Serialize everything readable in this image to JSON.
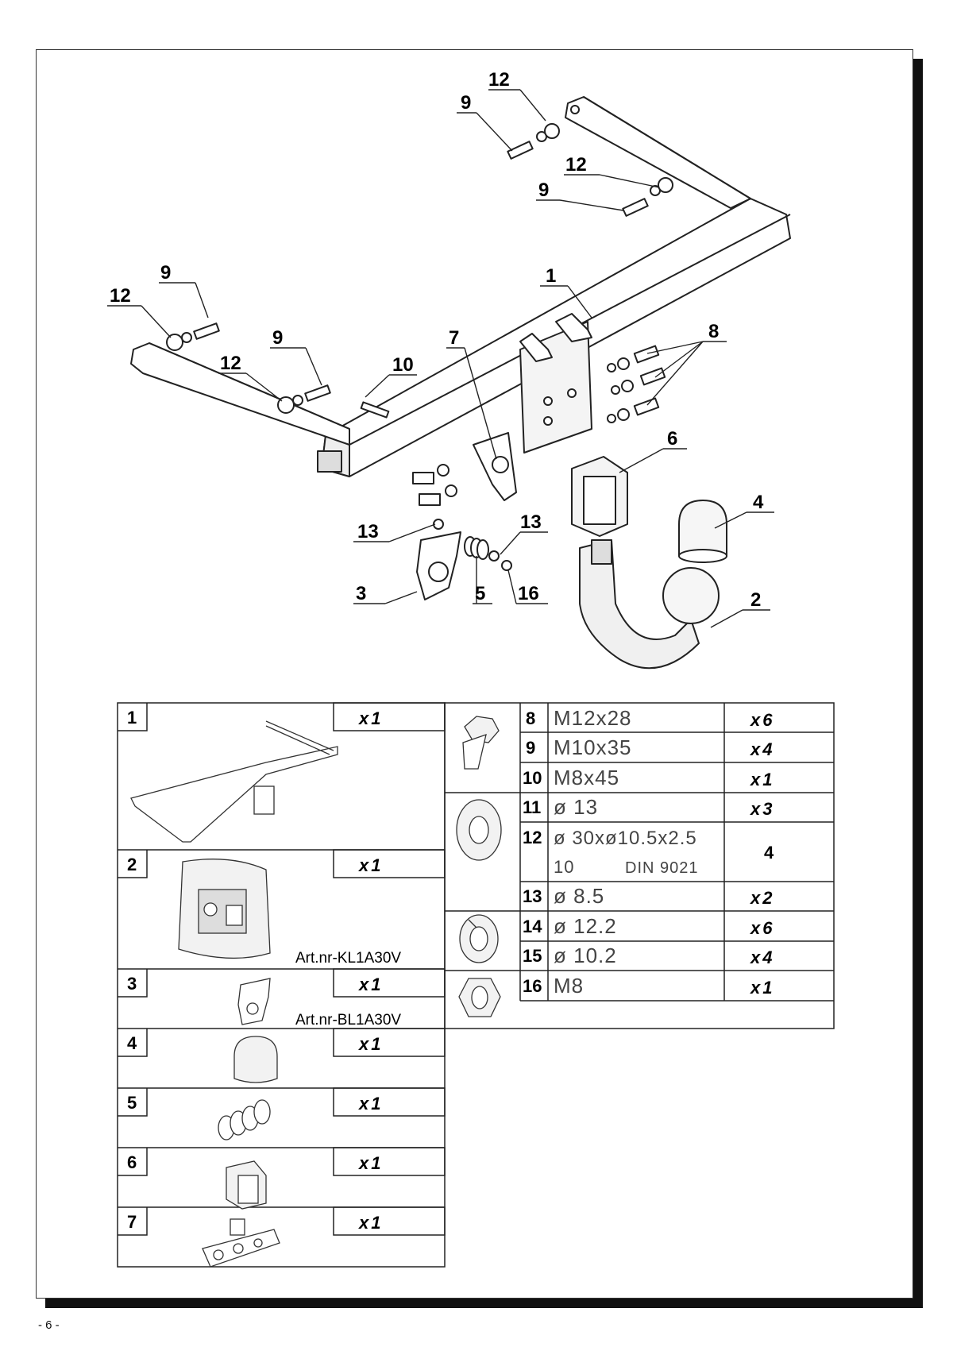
{
  "diagram": {
    "callouts": [
      {
        "id": "c12a",
        "label": "12"
      },
      {
        "id": "c9a",
        "label": "9"
      },
      {
        "id": "c12b",
        "label": "12"
      },
      {
        "id": "c9b",
        "label": "9"
      },
      {
        "id": "c9c",
        "label": "9"
      },
      {
        "id": "c12c",
        "label": "12"
      },
      {
        "id": "c9d",
        "label": "9"
      },
      {
        "id": "c12d",
        "label": "12"
      },
      {
        "id": "c10",
        "label": "10"
      },
      {
        "id": "c7",
        "label": "7"
      },
      {
        "id": "c1",
        "label": "1"
      },
      {
        "id": "c8",
        "label": "8"
      },
      {
        "id": "c6",
        "label": "6"
      },
      {
        "id": "c4",
        "label": "4"
      },
      {
        "id": "c13a",
        "label": "13"
      },
      {
        "id": "c13b",
        "label": "13"
      },
      {
        "id": "c3",
        "label": "3"
      },
      {
        "id": "c5",
        "label": "5"
      },
      {
        "id": "c16",
        "label": "16"
      },
      {
        "id": "c2",
        "label": "2"
      }
    ]
  },
  "parts_left": [
    {
      "num": "1",
      "qty_prefix": "x",
      "qty": "1",
      "article": ""
    },
    {
      "num": "2",
      "qty_prefix": "x",
      "qty": "1",
      "article": "Art.nr-KL1A30V"
    },
    {
      "num": "3",
      "qty_prefix": "x",
      "qty": "1",
      "article": "Art.nr-BL1A30V"
    },
    {
      "num": "4",
      "qty_prefix": "x",
      "qty": "1",
      "article": ""
    },
    {
      "num": "5",
      "qty_prefix": "x",
      "qty": "1",
      "article": ""
    },
    {
      "num": "6",
      "qty_prefix": "x",
      "qty": "1",
      "article": ""
    },
    {
      "num": "7",
      "qty_prefix": "x",
      "qty": "1",
      "article": ""
    }
  ],
  "parts_right": [
    {
      "num": "8",
      "spec": "M12x28",
      "qty_prefix": "x",
      "qty": "6"
    },
    {
      "num": "9",
      "spec": "M10x35",
      "qty_prefix": "x",
      "qty": "4"
    },
    {
      "num": "10",
      "spec": "M8x45",
      "qty_prefix": "x",
      "qty": "1"
    },
    {
      "num": "11",
      "spec": "ø 13",
      "qty_prefix": "x",
      "qty": "3"
    },
    {
      "num": "12",
      "spec": "ø 30xø10.5x2.5",
      "spec2": "10",
      "spec3": "DIN 9021",
      "qty_prefix": "",
      "qty": "4"
    },
    {
      "num": "13",
      "spec": "ø 8.5",
      "qty_prefix": "x",
      "qty": "2"
    },
    {
      "num": "14",
      "spec": "ø 12.2",
      "qty_prefix": "x",
      "qty": "6"
    },
    {
      "num": "15",
      "spec": "ø 10.2",
      "qty_prefix": "x",
      "qty": "4"
    },
    {
      "num": "16",
      "spec": "M8",
      "qty_prefix": "x",
      "qty": "1"
    }
  ],
  "page_number": "- 6 -"
}
